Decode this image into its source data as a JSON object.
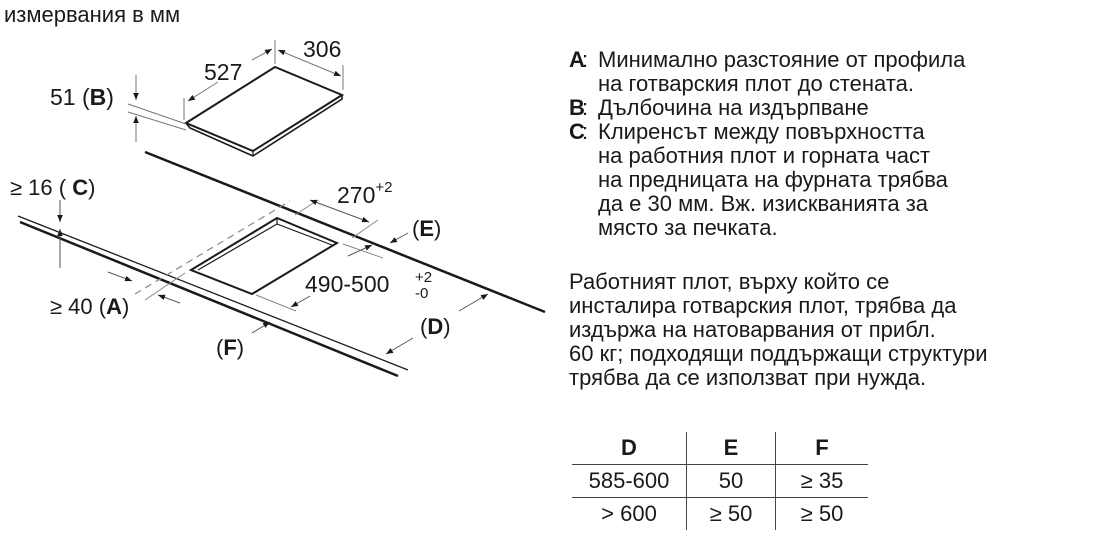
{
  "header": {
    "units_label": "измервания в мм"
  },
  "diagram": {
    "hob_dims": {
      "width": "527",
      "depth": "306",
      "height": "51",
      "height_key": "B"
    },
    "labels": {
      "C": {
        "prefix": "≥ 16 ( ",
        "key": "C",
        "suffix": ")"
      },
      "A": {
        "prefix": "≥ 40 (",
        "key": "A",
        "suffix": ")"
      },
      "F": {
        "prefix": "(",
        "key": "F",
        "suffix": ")"
      },
      "E": {
        "prefix": "(",
        "key": "E",
        "suffix": ")"
      },
      "D": {
        "prefix": "(",
        "key": "D",
        "suffix": ")"
      }
    },
    "cutout": {
      "width_base": "270",
      "width_tol": "+2",
      "depth_base": "490-500",
      "depth_tol_upper": "+2",
      "depth_tol_lower": "-0"
    }
  },
  "legend": [
    {
      "key": "A",
      "text": "Минимално разстояние от профила\nна готварския плот до стената."
    },
    {
      "key": "B",
      "text": "Дълбочина на издърпване"
    },
    {
      "key": "C",
      "text": "Клиренсът между повърхността\nна работния плот и горната част\nна предницата на фурната трябва\nда е 30 мм. Вж. изискванията за\nмясто за печката."
    }
  ],
  "note": "Работният плот, върху който се\nинсталира готварския плот, трябва да\nиздържа на натоварвания от прибл.\n60 кг; подходящи поддържащи структури\nтрябва да се използват при нужда.",
  "table": {
    "headers": [
      "D",
      "E",
      "F"
    ],
    "rows": [
      [
        "585-600",
        "50",
        "≥ 35"
      ],
      [
        "> 600",
        "≥ 50",
        "≥ 50"
      ]
    ]
  }
}
